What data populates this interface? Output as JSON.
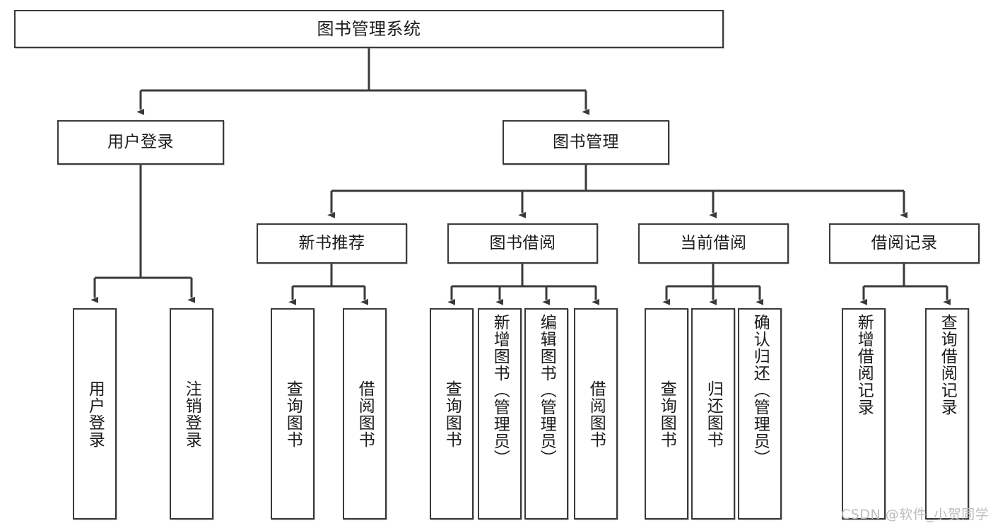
{
  "diagram": {
    "title": "图书管理系统",
    "type": "hierarchy-tree",
    "watermark": "CSDN @软件_小贺同学",
    "colors": {
      "border": "#3a3a3a",
      "background": "#ffffff",
      "text": "#1b1b1b",
      "watermark": "#bdbdbd"
    },
    "levels": {
      "level1": [
        {
          "id": "root",
          "label": "图书管理系统"
        }
      ],
      "level2": [
        {
          "id": "user-login",
          "label": "用户登录"
        },
        {
          "id": "book-manage",
          "label": "图书管理"
        }
      ],
      "level3": [
        {
          "id": "new-book-recommend",
          "label": "新书推荐",
          "parent": "book-manage"
        },
        {
          "id": "book-borrow",
          "label": "图书借阅",
          "parent": "book-manage"
        },
        {
          "id": "current-borrow",
          "label": "当前借阅",
          "parent": "book-manage"
        },
        {
          "id": "borrow-record",
          "label": "借阅记录",
          "parent": "book-manage"
        }
      ],
      "level4": [
        {
          "id": "leaf-user-login",
          "label": "用户登录",
          "parent": "user-login"
        },
        {
          "id": "leaf-logout-login",
          "label": "注销登录",
          "parent": "user-login"
        },
        {
          "id": "leaf-query-book-1",
          "label": "查询图书",
          "parent": "new-book-recommend"
        },
        {
          "id": "leaf-borrow-book-1",
          "label": "借阅图书",
          "parent": "new-book-recommend"
        },
        {
          "id": "leaf-query-book-2",
          "label": "查询图书",
          "parent": "book-borrow"
        },
        {
          "id": "leaf-add-book",
          "label": "新增图书（管理员）",
          "parent": "book-borrow"
        },
        {
          "id": "leaf-edit-book",
          "label": "编辑图书（管理员）",
          "parent": "book-borrow"
        },
        {
          "id": "leaf-borrow-book-2",
          "label": "借阅图书",
          "parent": "book-borrow"
        },
        {
          "id": "leaf-query-book-3",
          "label": "查询图书",
          "parent": "current-borrow"
        },
        {
          "id": "leaf-return-book",
          "label": "归还图书",
          "parent": "current-borrow"
        },
        {
          "id": "leaf-confirm-return",
          "label": "确认归还（管理员）",
          "parent": "current-borrow"
        },
        {
          "id": "leaf-add-record",
          "label": "新增借阅记录",
          "parent": "borrow-record"
        },
        {
          "id": "leaf-query-record",
          "label": "查询借阅记录",
          "parent": "borrow-record"
        }
      ]
    }
  }
}
